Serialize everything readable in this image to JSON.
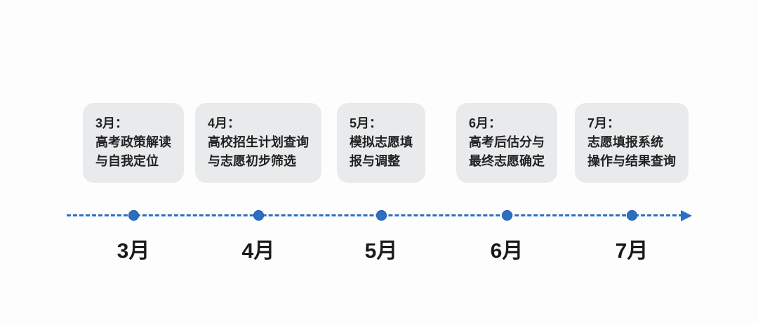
{
  "timeline": {
    "accent_color": "#2b6fc2",
    "card_background": "#e8eaec",
    "items": [
      {
        "month": "3月",
        "card_title": "3月：",
        "lines": [
          "高考政策解读",
          "与自我定位"
        ]
      },
      {
        "month": "4月",
        "card_title": "4月：",
        "lines": [
          "高校招生计划查询",
          "与志愿初步筛选"
        ]
      },
      {
        "month": "5月",
        "card_title": "5月：",
        "lines": [
          "模拟志愿填",
          "报与调整"
        ]
      },
      {
        "month": "6月",
        "card_title": "6月：",
        "lines": [
          "高考后估分与",
          "最终志愿确定"
        ]
      },
      {
        "month": "7月",
        "card_title": "7月：",
        "lines": [
          "志愿填报系统",
          "操作与结果查询"
        ]
      }
    ]
  }
}
